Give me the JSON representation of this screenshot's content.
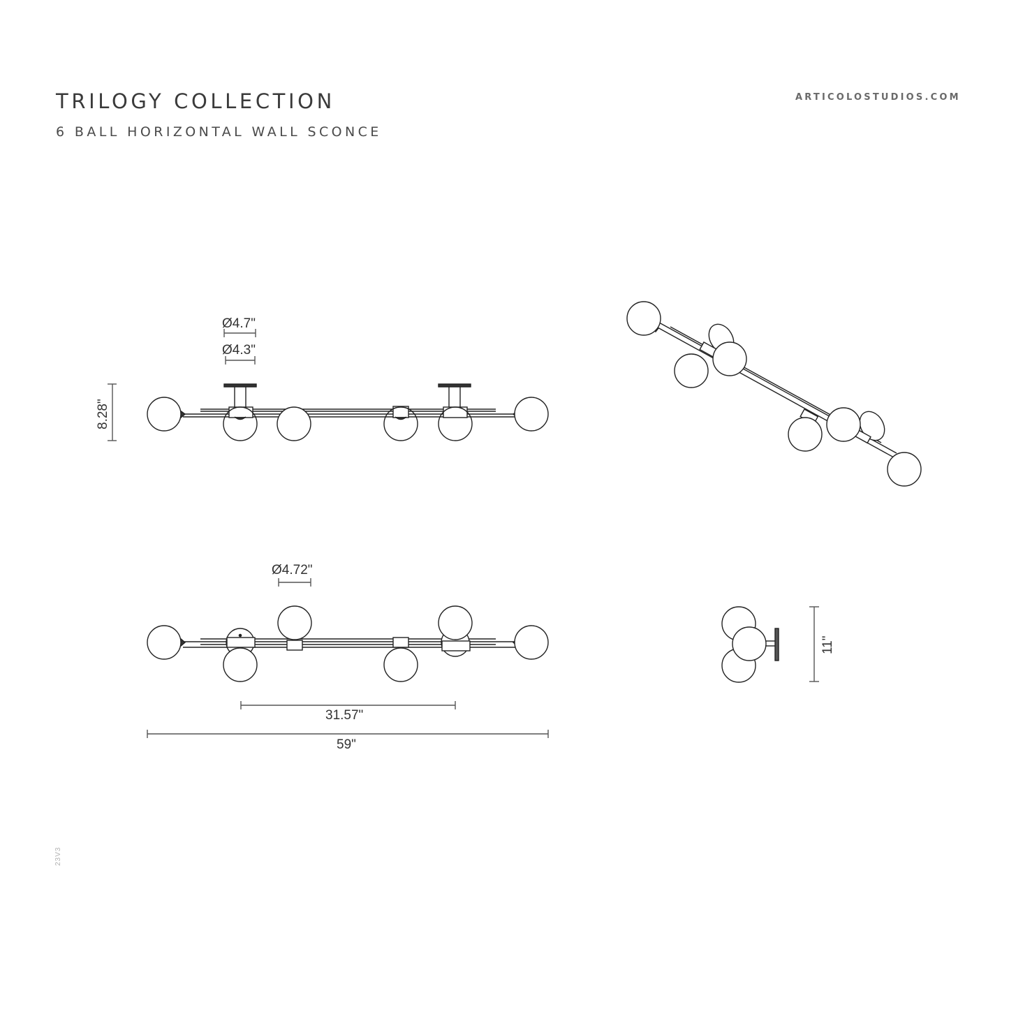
{
  "header": {
    "title": "TRILOGY COLLECTION",
    "subtitle": "6 BALL HORIZONTAL WALL SCONCE",
    "website": "ARTICOLOSTUDIOS.COM"
  },
  "footer": {
    "version_code": "23V3"
  },
  "views": {
    "front_elevation": {
      "dimensions": {
        "canopy_diameter": "Ø4.7\"",
        "backplate_diameter": "Ø4.3\"",
        "height": "8.28\""
      }
    },
    "top_plan": {
      "dimensions": {
        "globe_diameter": "Ø4.72\"",
        "mount_spacing": "31.57\"",
        "overall_width": "59\""
      }
    },
    "side_elevation": {
      "dimensions": {
        "depth": "11\""
      }
    },
    "isometric": {
      "label": ""
    }
  },
  "colors": {
    "line": "#222222",
    "text": "#333333",
    "background": "#ffffff"
  }
}
